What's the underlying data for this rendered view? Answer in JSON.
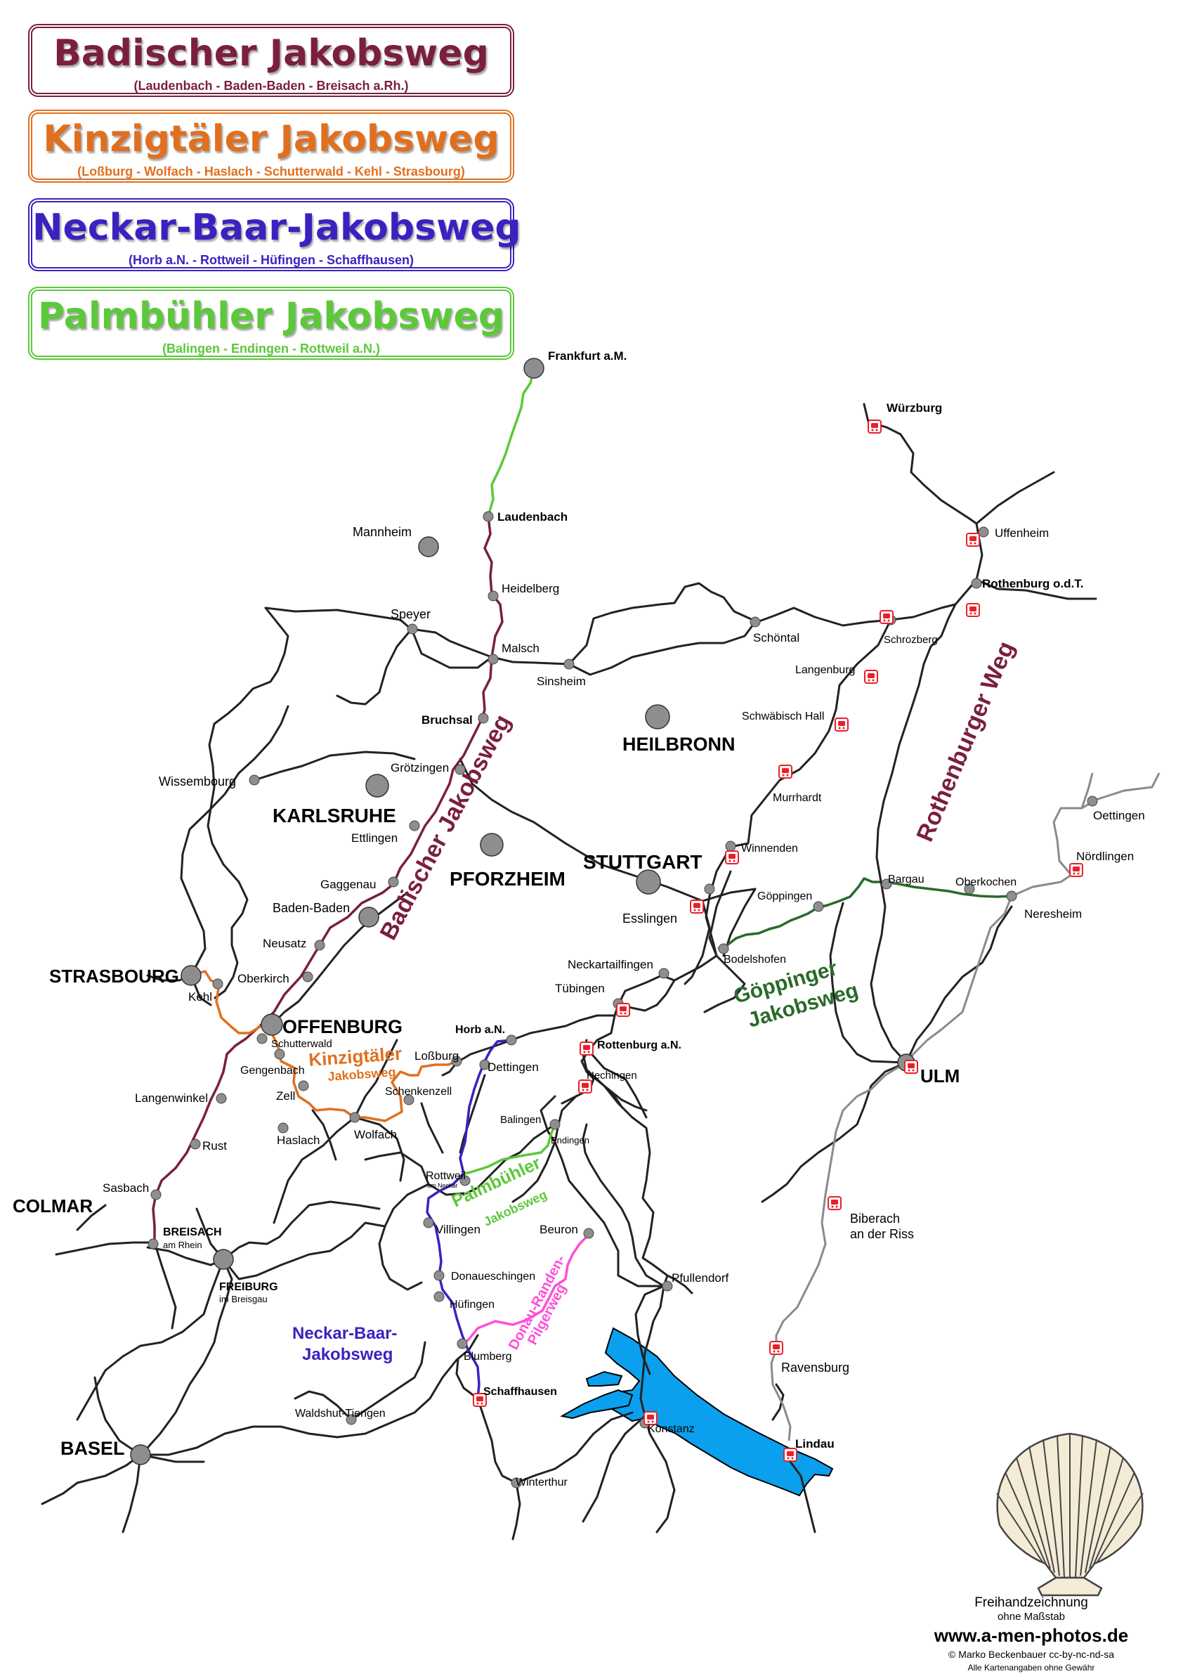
{
  "legend": [
    {
      "title": "Badischer Jakobsweg",
      "subtitle": "(Laudenbach -  Baden-Baden - Breisach a.Rh.)",
      "color": "#7a1f3d"
    },
    {
      "title": "Kinzigtäler Jakobsweg",
      "subtitle": "(Loßburg - Wolfach - Haslach - Schutterwald - Kehl - Strasbourg)",
      "color": "#e07020"
    },
    {
      "title": "Neckar-Baar-Jakobsweg",
      "subtitle": "(Horb a.N. - Rottweil - Hüfingen - Schaffhausen)",
      "color": "#3a22c0"
    },
    {
      "title": "Palmbühler Jakobsweg",
      "subtitle": "(Balingen - Endingen - Rottweil a.N.)",
      "color": "#5cc83a"
    }
  ],
  "route_labels": {
    "badischer": "Badischer Jakobsweg",
    "rothenburger": "Rothenburger Weg",
    "kinzig1": "Kinzigtäler",
    "kinzig2": "Jakobsweg",
    "goeppinger1": "Göppinger",
    "goeppinger2": "Jakobsweg",
    "neckar1": "Neckar-Baar-",
    "neckar2": "Jakobsweg",
    "palm1": "Palmbühler",
    "palm2": "Jakobsweg",
    "donau1": "Donau-Randen-",
    "donau2": "Pilgerweg"
  },
  "cities": {
    "frankfurt": "Frankfurt a.M.",
    "wuerzburg": "Würzburg",
    "uffenheim": "Uffenheim",
    "rothenburg": "Rothenburg o.d.T.",
    "schrozberg": "Schrozberg",
    "laudenbach": "Laudenbach",
    "mannheim": "Mannheim",
    "heidelberg": "Heidelberg",
    "speyer": "Speyer",
    "malsch": "Malsch",
    "sinsheim": "Sinsheim",
    "schoental": "Schöntal",
    "langenburg": "Langenburg",
    "bruchsal": "Bruchsal",
    "heilbronn": "HEILBRONN",
    "schwaebischhall": "Schwäbisch Hall",
    "wissembourg": "Wissembourg",
    "groetzingen": "Grötzingen",
    "karlsruhe": "KARLSRUHE",
    "murrhardt": "Murrhardt",
    "ettlingen": "Ettlingen",
    "pforzheim": "PFORZHEIM",
    "stuttgart": "STUTTGART",
    "winnenden": "Winnenden",
    "oettingen": "Oettingen",
    "noerdlingen": "Nördlingen",
    "gaggenau": "Gaggenau",
    "badenbaden": "Baden-Baden",
    "bargau": "Bargau",
    "oberkochen": "Oberkochen",
    "goeppingen": "Göppingen",
    "esslingen": "Esslingen",
    "neresheim": "Neresheim",
    "neusatz": "Neusatz",
    "bodelshofen": "Bodelshofen",
    "neckartailfingen": "Neckartailfingen",
    "strasbourg": "STRASBOURG",
    "oberkirch": "Oberkirch",
    "tuebingen": "Tübingen",
    "kehl": "Kehl",
    "offenburg": "OFFENBURG",
    "horb": "Horb a.N.",
    "schutterwald": "Schutterwald",
    "lossburg": "Loßburg",
    "rottenburg": "Rottenburg a.N.",
    "dettingen": "Dettingen",
    "gengenbach": "Gengenbach",
    "ulm": "ULM",
    "hechingen": "Hechingen",
    "langenwinkel": "Langenwinkel",
    "zell": "Zell",
    "schenkenzell": "Schenkenzell",
    "balingen": "Balingen",
    "haslach": "Haslach",
    "wolfach": "Wolfach",
    "endingen": "Endingen",
    "rust": "Rust",
    "rottweil": "Rottweil",
    "rottweil_sub": "am Neckar",
    "sasbach": "Sasbach",
    "colmar": "COLMAR",
    "villingen": "Villingen",
    "beuron": "Beuron",
    "biberach": "Biberach",
    "biberach_sub": "an der Riss",
    "breisach": "BREISACH",
    "breisach_sub": "am Rhein",
    "freiburg": "FREIBURG",
    "freiburg_sub": "im Breisgau",
    "donaueschingen": "Donaueschingen",
    "pfullendorf": "Pfullendorf",
    "huefingen": "Hüfingen",
    "blumberg": "Blumberg",
    "ravensburg": "Ravensburg",
    "schaffhausen": "Schaffhausen",
    "waldshut": "Waldshut-Tiengen",
    "konstanz": "Konstanz",
    "lindau": "Lindau",
    "basel": "BASEL",
    "winterthur": "Winterthur"
  },
  "attribution": {
    "line1": "Freihandzeichnung",
    "line2": "ohne Maßstab",
    "url": "www.a-men-photos.de",
    "copyright": "© Marko Beckenbauer  cc-by-nc-nd-sa",
    "disclaimer": "Alle Kartenangaben ohne Gewähr"
  },
  "colors": {
    "badischer": "#7a1f3d",
    "kinzig": "#e07020",
    "neckar": "#3a22c0",
    "palm": "#5cc83a",
    "goeppinger": "#2a6a2a",
    "donau": "#ff4fd8",
    "road": "#222222",
    "grey_route": "#8a8a8a",
    "lake": "#0aa0ee",
    "city": "#8e8e8e",
    "station": "#e8202a"
  }
}
